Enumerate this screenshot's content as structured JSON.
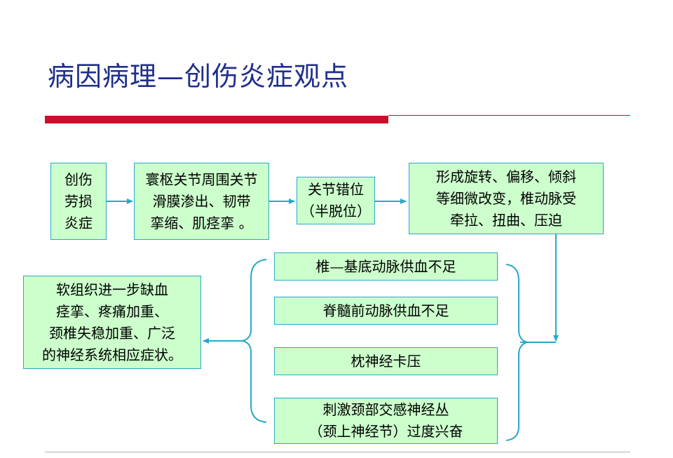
{
  "title": "病因病理—创伤炎症观点",
  "boxes": {
    "trauma": "创伤\n劳损\n炎症",
    "synovial": "寰枢关节周围关节\n滑膜渗出、韧带\n挛缩、肌痉挛 。",
    "subluxation": "关节错位\n（半脱位）",
    "rotation": "形成旋转、偏移、倾斜\n等细微改变，椎动脉受\n牵拉、扭曲、压迫",
    "vertebrobasilar": "椎—基底动脉供血不足",
    "spinal_artery": "脊髓前动脉供血不足",
    "occipital_nerve": "枕神经卡压",
    "sympathetic": "刺激颈部交感神经丛\n（颈上神经节）过度兴奋",
    "result": "软组织进一步缺血\n痉挛、疼痛加重、\n颈椎失稳加重、广泛\n的神经系统相应症状。"
  },
  "colors": {
    "box_fill": "#ccffcc",
    "box_border": "#2aa7c9",
    "title": "#1f2f8a",
    "rule": "#c8102e",
    "arrow": "#2aa7c9"
  }
}
